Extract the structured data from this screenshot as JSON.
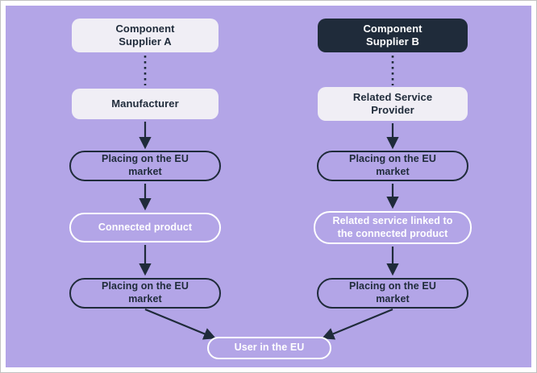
{
  "colors": {
    "panel_background": "#b3a5e7",
    "dark_navy": "#1f2b3a",
    "light_box": "#f0eef5",
    "white": "#ffffff"
  },
  "nodes": {
    "supplier_a": "Component\nSupplier A",
    "supplier_b": "Component\nSupplier B",
    "manufacturer": "Manufacturer",
    "service_provider": "Related Service\nProvider",
    "placing_left_1": "Placing on the EU\nmarket",
    "connected_product": "Connected product",
    "placing_left_2": "Placing on the EU\nmarket",
    "placing_right_1": "Placing on the EU\nmarket",
    "related_service": "Related service linked to\nthe connected product",
    "placing_right_2": "Placing on the EU\nmarket",
    "user_in_eu": "User in the EU"
  }
}
